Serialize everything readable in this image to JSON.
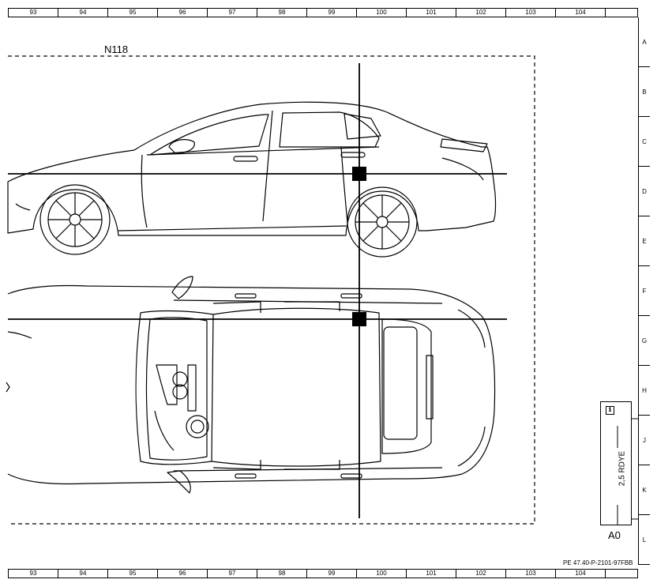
{
  "ruler_columns": [
    "93",
    "94",
    "95",
    "96",
    "97",
    "98",
    "99",
    "100",
    "101",
    "102",
    "103",
    "104"
  ],
  "ruler_rows": [
    "A",
    "B",
    "C",
    "D",
    "E",
    "F",
    "G",
    "H",
    "J",
    "K",
    "L"
  ],
  "component_label": "N118",
  "connector_label": "A0",
  "wire_label": "2,5 RDYE",
  "info_icon": "info-icon",
  "reference_code": "PE 47.40-P-2101-97FBB",
  "colors": {
    "line": "#000000",
    "background": "#ffffff"
  }
}
